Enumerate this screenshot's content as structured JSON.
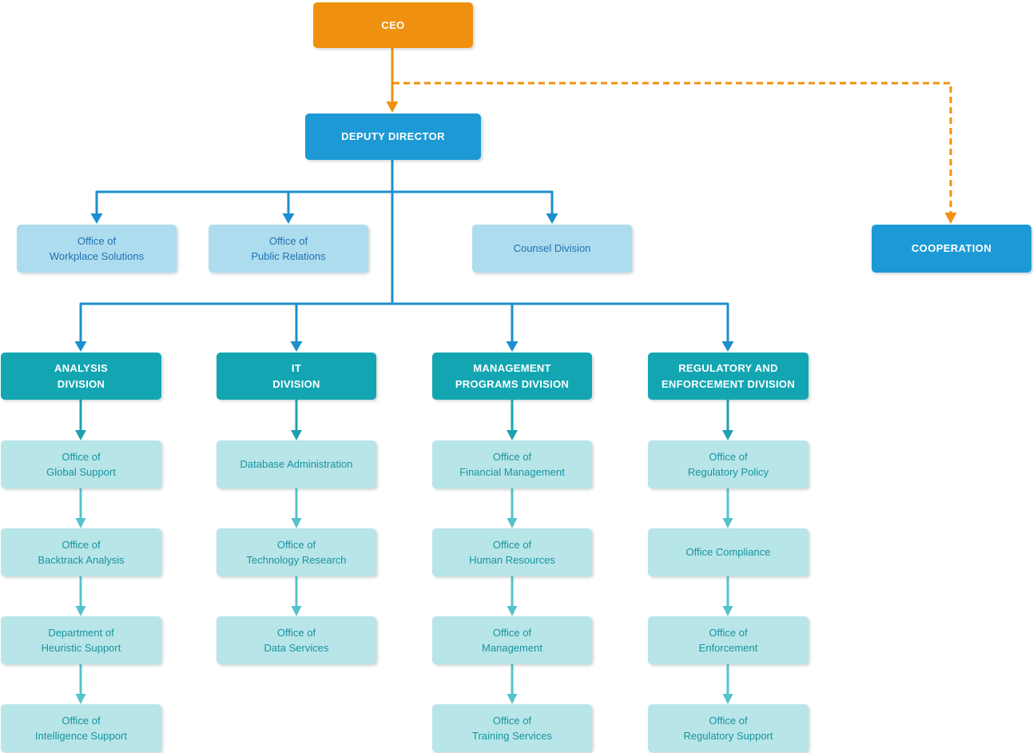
{
  "colors": {
    "orange": "#EF910F",
    "blue": "#1D9AD6",
    "light_blue": "#AEDCEF",
    "blue_text": "#1D72B0",
    "teal": "#13A6B2",
    "light_teal": "#B8E5E8",
    "teal_text": "#17949F",
    "line_blue": "#1D8FCE",
    "line_teal_dark": "#1BA2AE",
    "line_teal_light": "#55C3CB",
    "background": "#FFFFFF"
  },
  "nodes": {
    "ceo": {
      "label": "CEO"
    },
    "deputy_director": {
      "label": "DEPUTY DIRECTOR"
    },
    "cooperation": {
      "label": "COOPERATION"
    },
    "office_workplace_solutions": {
      "label": "Office of\nWorkplace Solutions"
    },
    "office_public_relations": {
      "label": "Office of\nPublic Relations"
    },
    "counsel_division": {
      "label": "Counsel Division"
    },
    "analysis_division": {
      "label": "ANALYSIS\nDIVISION"
    },
    "it_division": {
      "label": "IT\nDIVISION"
    },
    "management_programs_division": {
      "label": "MANAGEMENT\nPROGRAMS DIVISION"
    },
    "regulatory_enforcement_division": {
      "label": "REGULATORY AND\nENFORCEMENT DIVISION"
    },
    "office_global_support": {
      "label": "Office of\nGlobal Support"
    },
    "office_backtrack_analysis": {
      "label": "Office of\nBacktrack Analysis"
    },
    "department_heuristic_support": {
      "label": "Department of\nHeuristic Support"
    },
    "office_intelligence_support": {
      "label": "Office of\nIntelligence Support"
    },
    "database_administration": {
      "label": "Database Administration"
    },
    "office_technology_research": {
      "label": "Office of\nTechnology Research"
    },
    "office_data_services": {
      "label": "Office of\nData Services"
    },
    "office_financial_management": {
      "label": "Office of\nFinancial Management"
    },
    "office_human_resources": {
      "label": "Office of\nHuman Resources"
    },
    "office_management": {
      "label": "Office of\nManagement"
    },
    "office_training_services": {
      "label": "Office of\nTraining Services"
    },
    "office_regulatory_policy": {
      "label": "Office of\nRegulatory Policy"
    },
    "office_compliance": {
      "label": "Office Compliance"
    },
    "office_enforcement": {
      "label": "Office of\nEnforcement"
    },
    "office_regulatory_support": {
      "label": "Office of\nRegulatory Support"
    }
  },
  "edges": [
    {
      "from": "ceo",
      "to": "deputy_director",
      "style": "solid-orange-arrow"
    },
    {
      "from": "ceo",
      "to": "cooperation",
      "style": "dashed-orange-arrow"
    },
    {
      "from": "deputy_director",
      "to": "office_workplace_solutions",
      "style": "solid-blue-arrow"
    },
    {
      "from": "deputy_director",
      "to": "office_public_relations",
      "style": "solid-blue-arrow"
    },
    {
      "from": "deputy_director",
      "to": "counsel_division",
      "style": "solid-blue-arrow"
    },
    {
      "from": "deputy_director",
      "to": "analysis_division",
      "style": "solid-blue-arrow"
    },
    {
      "from": "deputy_director",
      "to": "it_division",
      "style": "solid-blue-arrow"
    },
    {
      "from": "deputy_director",
      "to": "management_programs_division",
      "style": "solid-blue-arrow"
    },
    {
      "from": "deputy_director",
      "to": "regulatory_enforcement_division",
      "style": "solid-blue-arrow"
    },
    {
      "from": "analysis_division",
      "to": "office_global_support",
      "style": "teal-arrow"
    },
    {
      "from": "office_global_support",
      "to": "office_backtrack_analysis",
      "style": "teal-arrow"
    },
    {
      "from": "office_backtrack_analysis",
      "to": "department_heuristic_support",
      "style": "teal-arrow"
    },
    {
      "from": "department_heuristic_support",
      "to": "office_intelligence_support",
      "style": "teal-arrow"
    },
    {
      "from": "it_division",
      "to": "database_administration",
      "style": "teal-arrow"
    },
    {
      "from": "database_administration",
      "to": "office_technology_research",
      "style": "teal-arrow"
    },
    {
      "from": "office_technology_research",
      "to": "office_data_services",
      "style": "teal-arrow"
    },
    {
      "from": "management_programs_division",
      "to": "office_financial_management",
      "style": "teal-arrow"
    },
    {
      "from": "office_financial_management",
      "to": "office_human_resources",
      "style": "teal-arrow"
    },
    {
      "from": "office_human_resources",
      "to": "office_management",
      "style": "teal-arrow"
    },
    {
      "from": "office_management",
      "to": "office_training_services",
      "style": "teal-arrow"
    },
    {
      "from": "regulatory_enforcement_division",
      "to": "office_regulatory_policy",
      "style": "teal-arrow"
    },
    {
      "from": "office_regulatory_policy",
      "to": "office_compliance",
      "style": "teal-arrow"
    },
    {
      "from": "office_compliance",
      "to": "office_enforcement",
      "style": "teal-arrow"
    },
    {
      "from": "office_enforcement",
      "to": "office_regulatory_support",
      "style": "teal-arrow"
    }
  ]
}
